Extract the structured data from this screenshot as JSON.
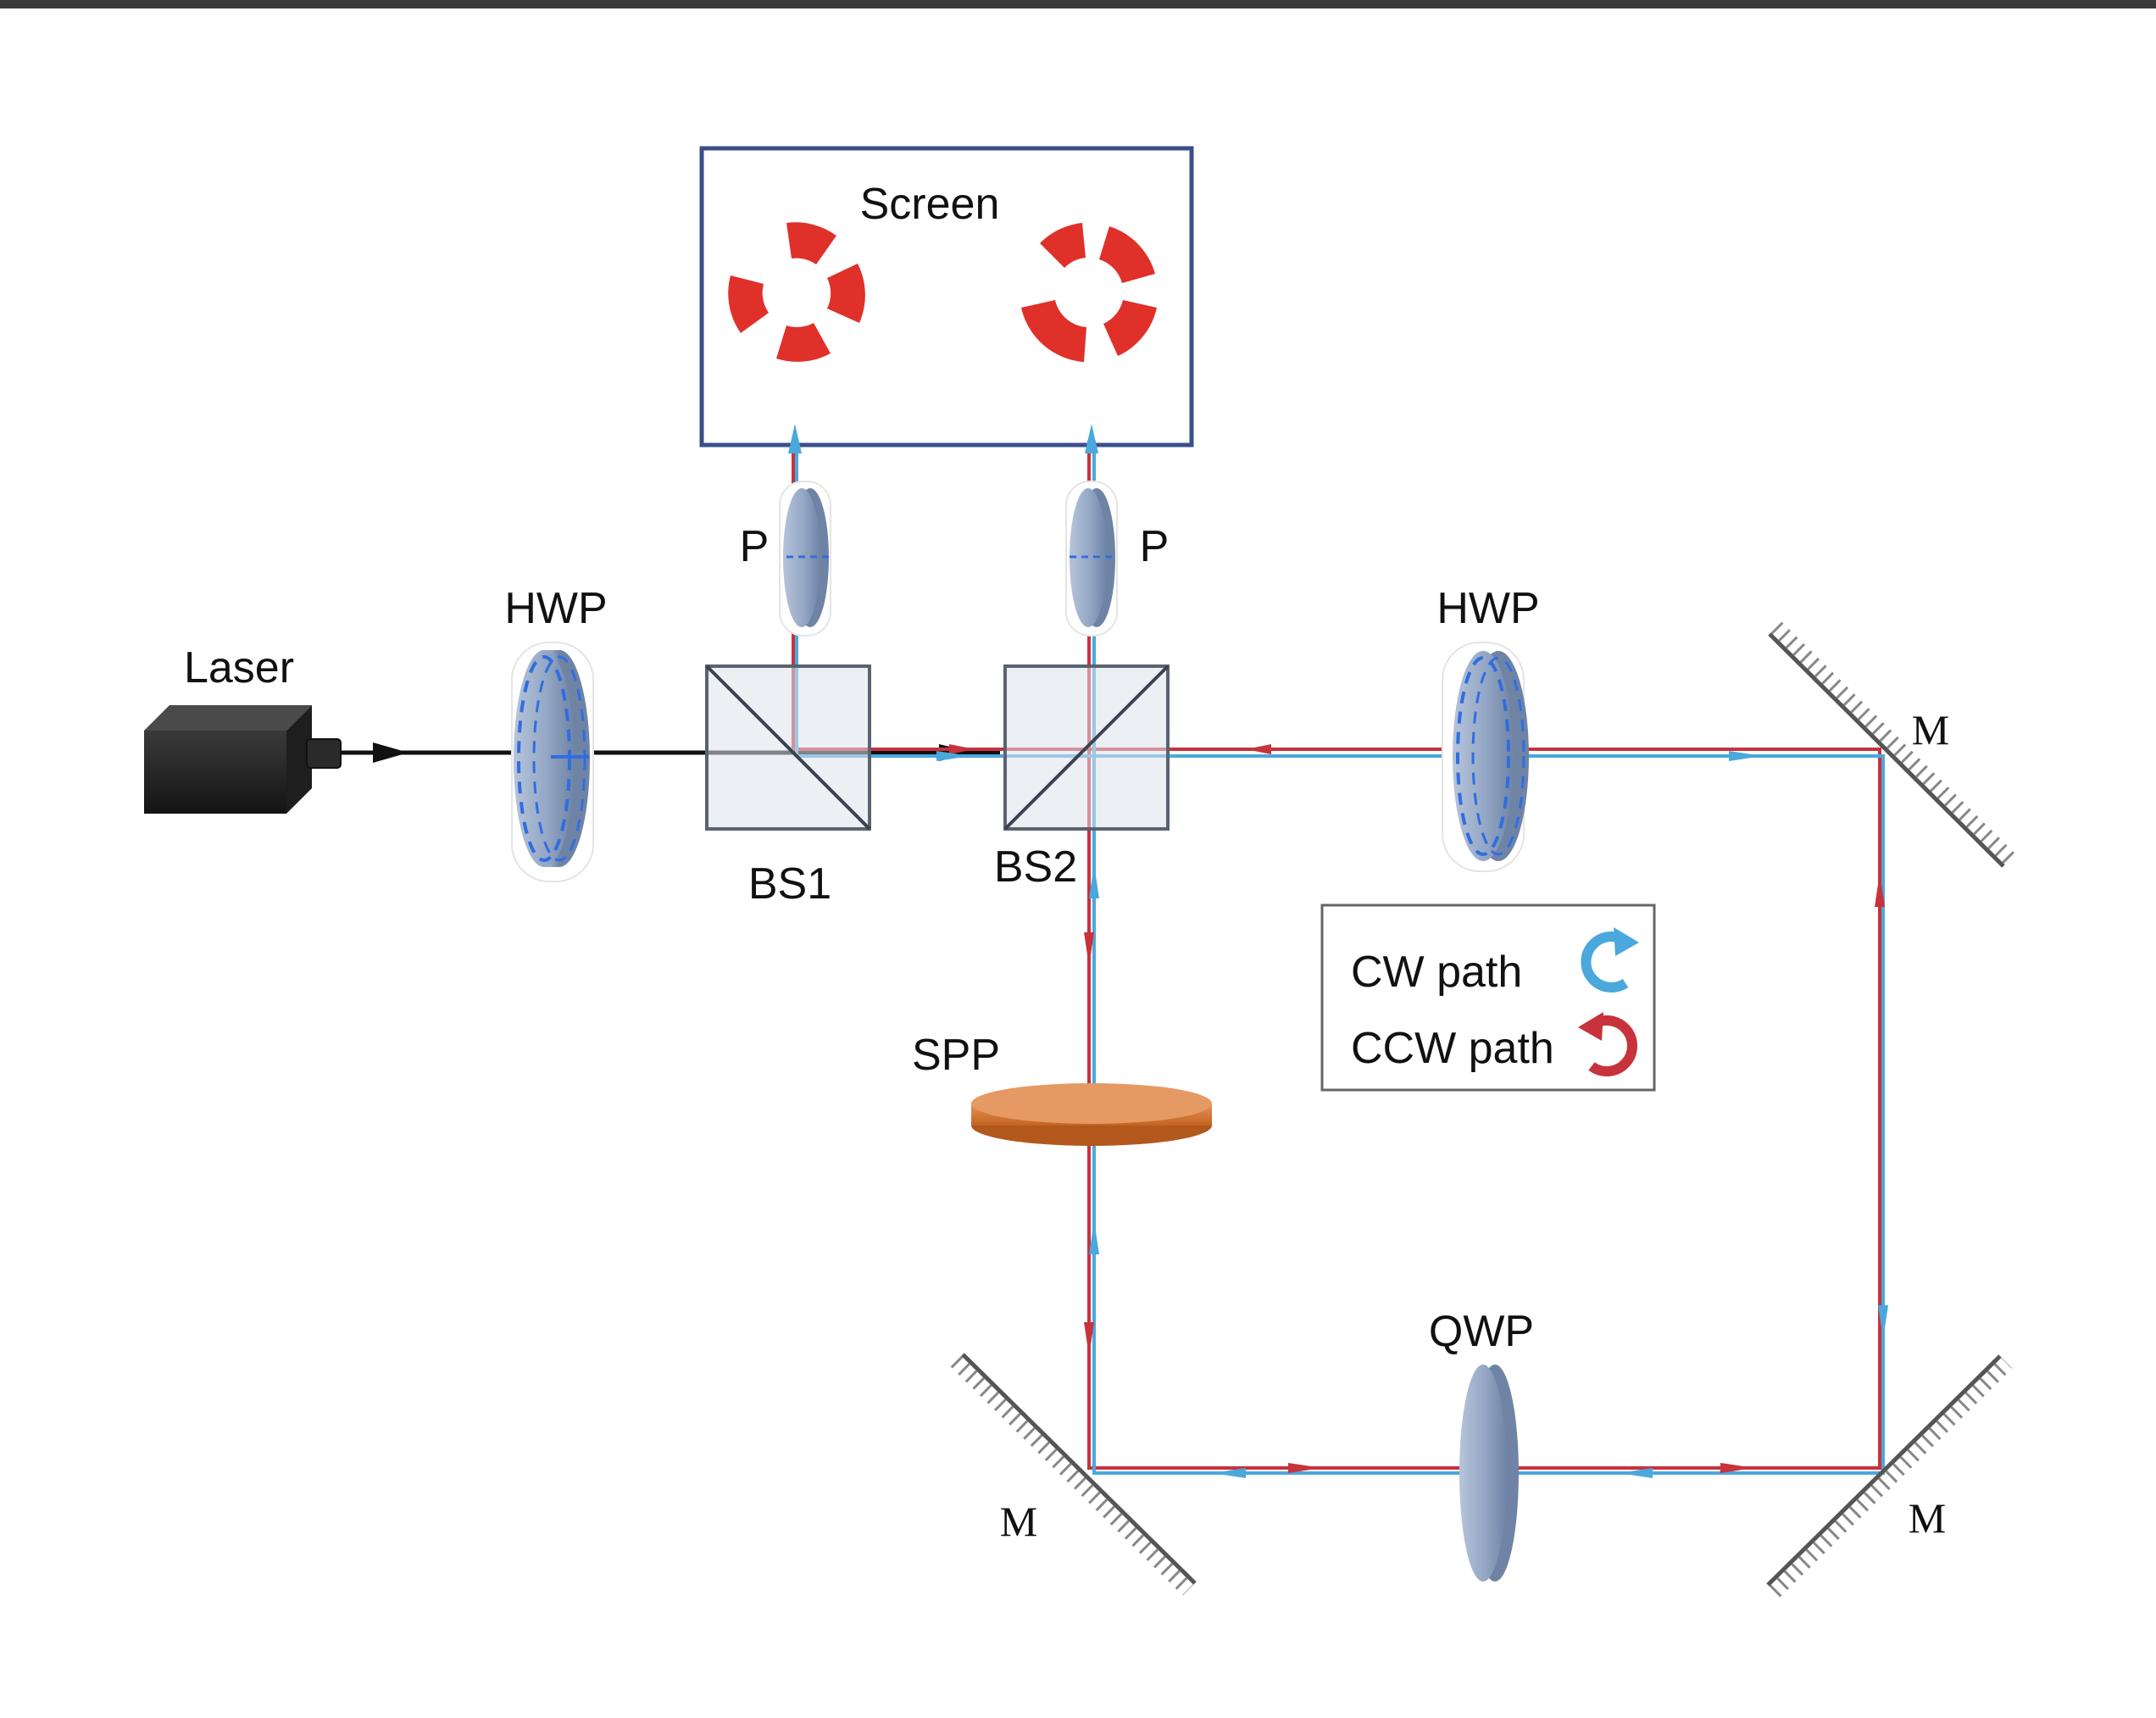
{
  "labels": {
    "screen": "Screen",
    "laser": "Laser",
    "hwp_left": "HWP",
    "hwp_right": "HWP",
    "p_left": "P",
    "p_right": "P",
    "bs1": "BS1",
    "bs2": "BS2",
    "spp": "SPP",
    "qwp": "QWP",
    "mirror_top_right": "M",
    "mirror_bottom_left": "M",
    "mirror_bottom_right": "M"
  },
  "legend": {
    "cw": "CW path",
    "ccw": "CCW path"
  },
  "icons": {
    "cw": "cw-arrow-icon",
    "ccw": "ccw-arrow-icon"
  },
  "colors": {
    "cw_path": "#4aa8dc",
    "ccw_path": "#c8323c",
    "input_beam": "#111111",
    "optic_glass": "#9aabc8",
    "spp": "#d8792f",
    "screen_border": "#3a4f8a",
    "donut": "#e0302a",
    "laser": "#242424"
  }
}
